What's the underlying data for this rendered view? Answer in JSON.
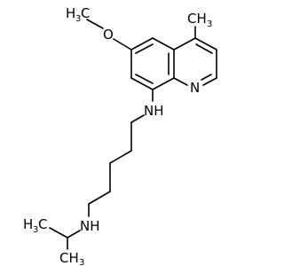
{
  "atoms": {
    "o_label": "O",
    "n_ring_label": "N",
    "nh_amine1": "NH",
    "nh_amine2": "NH",
    "h3c_left": "H",
    "h3c_left_sub": "3",
    "h3c_left_c": "C",
    "ch3_top": "CH",
    "ch3_top_sub": "3",
    "ch3_methoxy_h": "H",
    "ch3_methoxy_sub": "3",
    "ch3_methoxy_c": "C",
    "ch3_bottom": "CH",
    "ch3_bottom_sub": "3"
  },
  "colors": {
    "bond": "#000000",
    "text": "#000000",
    "background": "#ffffff"
  }
}
